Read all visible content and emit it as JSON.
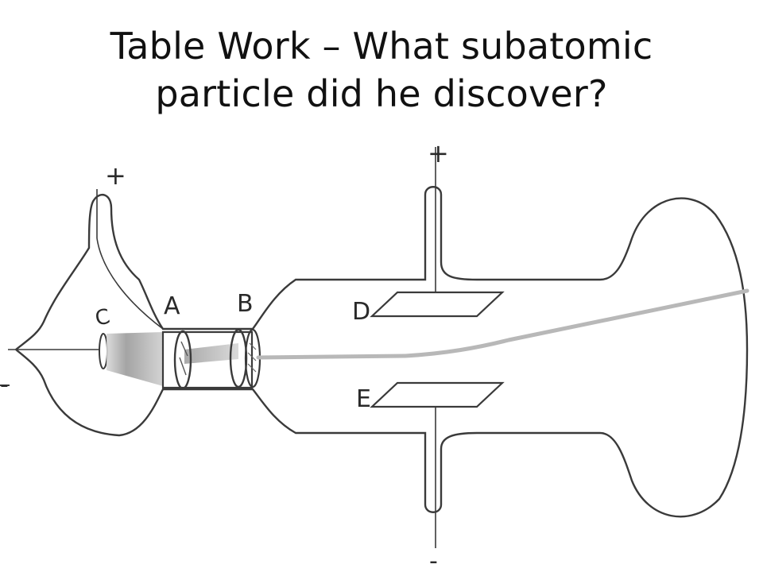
{
  "slide": {
    "title_line1": "Table Work – What subatomic",
    "title_line2": "particle did he discover?"
  },
  "diagram": {
    "labels": {
      "cathode": "C",
      "anode_a": "A",
      "anode_b": "B",
      "plate_d": "D",
      "plate_e": "E",
      "anode_terminal": "+",
      "cathode_terminal": "-",
      "upper_plate_terminal": "+",
      "lower_plate_terminal": "-"
    },
    "colors": {
      "outline": "#3a3a3a",
      "beam": "#b8b8b8",
      "text": "#111111"
    }
  }
}
